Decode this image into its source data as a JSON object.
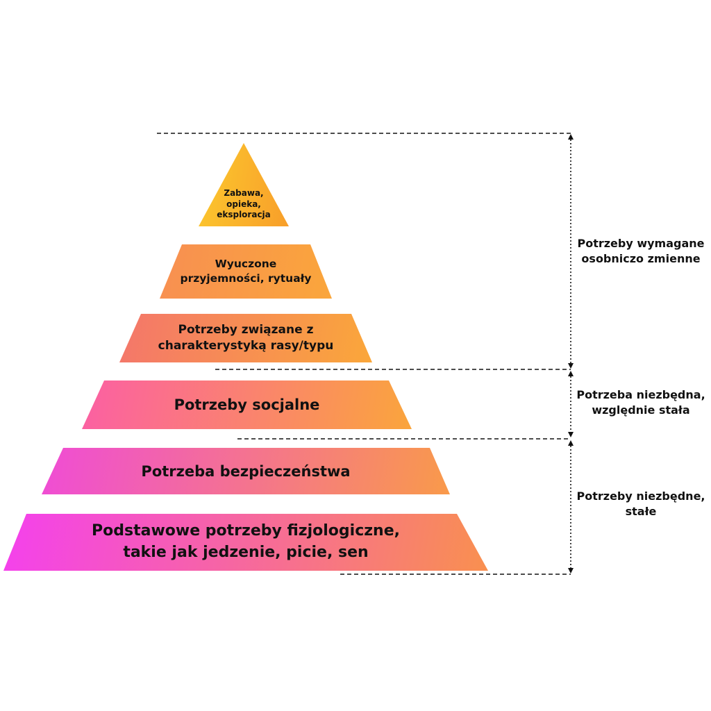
{
  "title": "Pyramid of needs diagram (Polish)",
  "pyramid": {
    "levels": [
      {
        "id": "play-care-exploration",
        "label": "Zabawa,\nopieka,\neksploracja",
        "color_left": "#FCC92E",
        "color_right": "#F89E2A"
      },
      {
        "id": "learned-pleasures-rituals",
        "label": "Wyuczone\nprzyjemności, rytuały",
        "color_left": "#F88F52",
        "color_right": "#FAA63B"
      },
      {
        "id": "breed-type-needs",
        "label": "Potrzeby związane z\ncharakterystyką rasy/typu",
        "color_left": "#F4766B",
        "color_right": "#FAA73A"
      },
      {
        "id": "social-needs",
        "label": "Potrzeby socjalne",
        "color_left": "#FB5FA4",
        "color_right": "#FAA53C"
      },
      {
        "id": "safety-need",
        "label": "Potrzeba bezpieczeństwa",
        "color_left": "#EF4CD6",
        "color_right": "#F99A4A"
      },
      {
        "id": "physiological-needs",
        "label": "Podstawowe potrzeby fizjologiczne,\ntakie jak jedzenie, picie, sen",
        "color_left": "#F440EE",
        "color_right": "#F9904F"
      }
    ]
  },
  "annotations": [
    {
      "id": "variable-needs",
      "label": "Potrzeby wymagane\nosobniczo zmienne"
    },
    {
      "id": "relatively-stable-need",
      "label": "Potrzeba niezbędna,\nwzględnie stała"
    },
    {
      "id": "stable-needs",
      "label": "Potrzeby niezbędne,\nstałe"
    }
  ],
  "line_color": "#111111"
}
